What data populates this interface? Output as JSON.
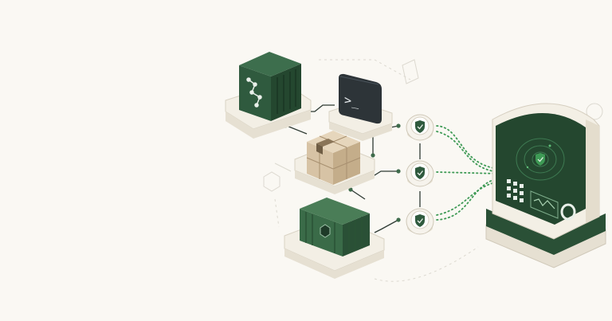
{
  "diagram": {
    "nodes": [
      {
        "id": "graph-module",
        "icon": "node-graph-icon"
      },
      {
        "id": "terminal",
        "icon": "terminal-prompt-icon",
        "text": ">_"
      },
      {
        "id": "package-box",
        "icon": "package-box-icon"
      },
      {
        "id": "shipping-container",
        "icon": "hexagon-badge-icon"
      },
      {
        "id": "security-dashboard",
        "icon": "radar-shield-icon"
      }
    ],
    "checkpoints": [
      {
        "id": "checkpoint-1",
        "icon": "shield-check-icon"
      },
      {
        "id": "checkpoint-2",
        "icon": "shield-check-icon"
      },
      {
        "id": "checkpoint-3",
        "icon": "shield-check-icon"
      }
    ],
    "colors": {
      "background": "#faf8f3",
      "dark_green": "#2f5a3e",
      "deep_green": "#24472f",
      "accent_green": "#3e9a55",
      "slate": "#2d3438",
      "cardboard": "#d7c3a5",
      "platform": "#f3efe5"
    }
  }
}
